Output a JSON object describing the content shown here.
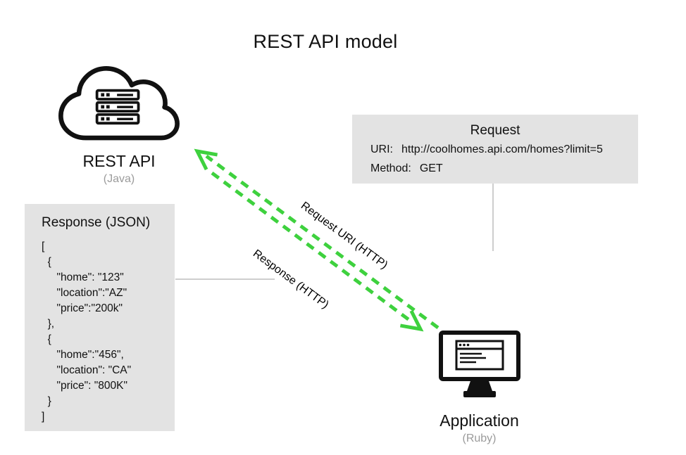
{
  "title": "REST API model",
  "colors": {
    "accent-green": "#3ed13e",
    "box-bg": "#e3e3e3",
    "muted-text": "#9b9b9b",
    "connector-gray": "#bdbdbd"
  },
  "rest_api": {
    "label": "REST API",
    "runtime": "(Java)"
  },
  "application": {
    "label": "Application",
    "runtime": "(Ruby)"
  },
  "request_box": {
    "title": "Request",
    "uri_label": "URI:",
    "uri_value": "http://coolhomes.api.com/homes?limit=5",
    "method_label": "Method:",
    "method_value": "GET"
  },
  "response_box": {
    "title": "Response (JSON)",
    "json_lines": [
      "[",
      "  {",
      "     \"home\": \"123\"",
      "     \"location\":\"AZ\"",
      "     \"price\":\"200k\"",
      "  },",
      "  {",
      "     \"home\":\"456\",",
      "     \"location\": \"CA\"",
      "     \"price\": \"800K\"",
      "  }",
      "]"
    ]
  },
  "arrows": {
    "request_label": "Request URI (HTTP)",
    "response_label": "Response (HTTP)"
  }
}
